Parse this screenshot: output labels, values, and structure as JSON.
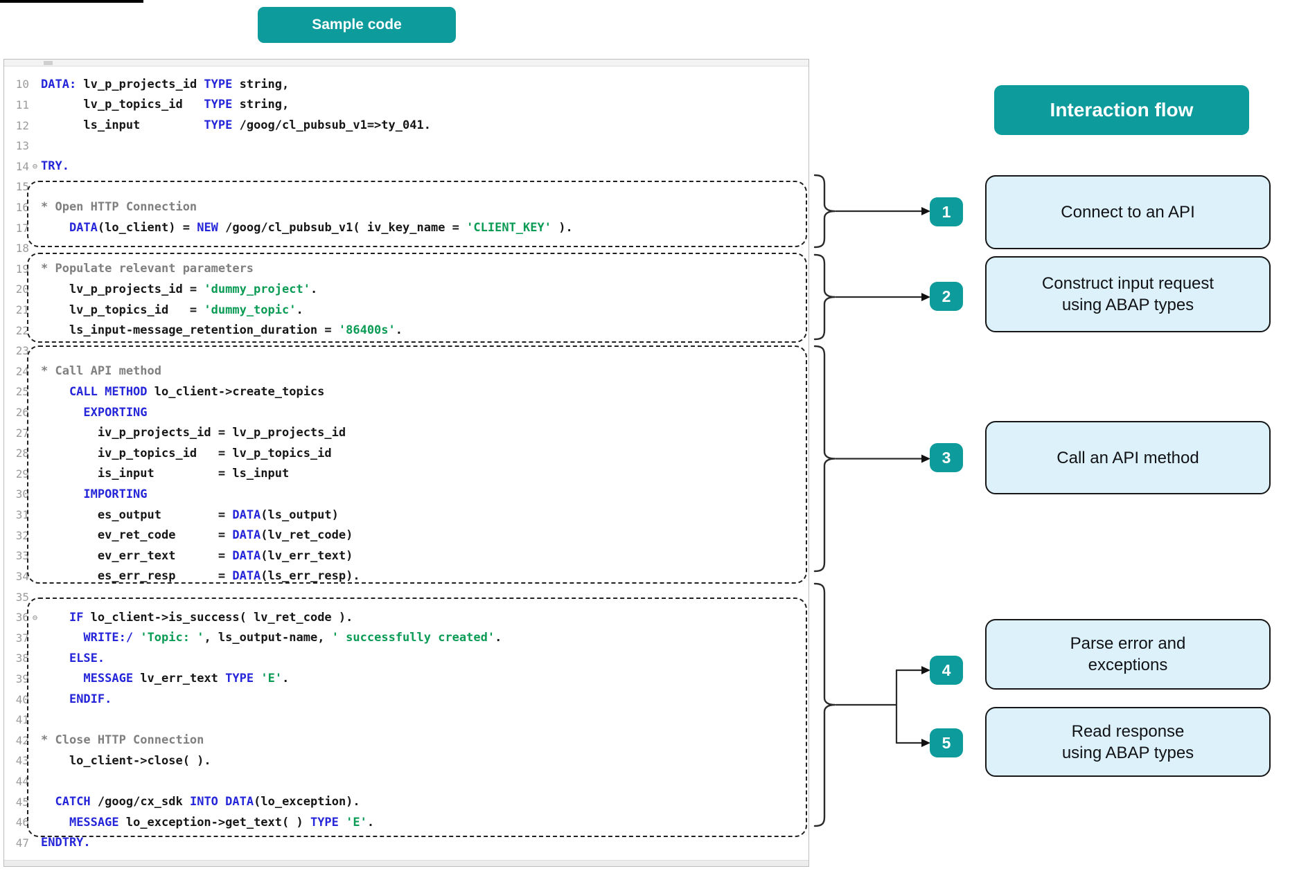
{
  "labels": {
    "sample_code": "Sample code",
    "interaction_flow": "Interaction flow"
  },
  "colors": {
    "teal": "#0e9b9b",
    "flow_box_fill": "#ddf1fb",
    "keyword": "#2525d9",
    "string": "#0a9b55",
    "comment": "#7f7f7f",
    "code_text": "#161616",
    "line_number": "#9b9b9b"
  },
  "editor": {
    "lines": [
      {
        "n": 10,
        "tokens": [
          [
            "k",
            "DATA:"
          ],
          [
            "t",
            " lv_p_projects_id "
          ],
          [
            "k",
            "TYPE"
          ],
          [
            "t",
            " string,"
          ]
        ]
      },
      {
        "n": 11,
        "tokens": [
          [
            "t",
            "      lv_p_topics_id   "
          ],
          [
            "k",
            "TYPE"
          ],
          [
            "t",
            " string,"
          ]
        ]
      },
      {
        "n": 12,
        "tokens": [
          [
            "t",
            "      ls_input         "
          ],
          [
            "k",
            "TYPE"
          ],
          [
            "t",
            " /goog/cl_pubsub_v1=>ty_041."
          ]
        ]
      },
      {
        "n": 13,
        "tokens": []
      },
      {
        "n": 14,
        "fold": true,
        "tokens": [
          [
            "k",
            "TRY."
          ]
        ]
      },
      {
        "n": 15,
        "tokens": []
      },
      {
        "n": 16,
        "tokens": [
          [
            "c",
            "* Open HTTP Connection"
          ]
        ]
      },
      {
        "n": 17,
        "tokens": [
          [
            "t",
            "    "
          ],
          [
            "k",
            "DATA"
          ],
          [
            "t",
            "(lo_client) = "
          ],
          [
            "k",
            "NEW"
          ],
          [
            "t",
            " /goog/cl_pubsub_v1( iv_key_name = "
          ],
          [
            "s",
            "'CLIENT_KEY'"
          ],
          [
            "t",
            " )."
          ]
        ]
      },
      {
        "n": 18,
        "tokens": []
      },
      {
        "n": 19,
        "tokens": [
          [
            "c",
            "* Populate relevant parameters"
          ]
        ]
      },
      {
        "n": 20,
        "tokens": [
          [
            "t",
            "    lv_p_projects_id = "
          ],
          [
            "s",
            "'dummy_project'"
          ],
          [
            "t",
            "."
          ]
        ]
      },
      {
        "n": 21,
        "tokens": [
          [
            "t",
            "    lv_p_topics_id   = "
          ],
          [
            "s",
            "'dummy_topic'"
          ],
          [
            "t",
            "."
          ]
        ]
      },
      {
        "n": 22,
        "tokens": [
          [
            "t",
            "    ls_input-message_retention_duration = "
          ],
          [
            "s",
            "'86400s'"
          ],
          [
            "t",
            "."
          ]
        ]
      },
      {
        "n": 23,
        "tokens": []
      },
      {
        "n": 24,
        "tokens": [
          [
            "c",
            "* Call API method"
          ]
        ]
      },
      {
        "n": 25,
        "tokens": [
          [
            "k",
            "    CALL METHOD"
          ],
          [
            "t",
            " lo_client->create_topics"
          ]
        ]
      },
      {
        "n": 26,
        "tokens": [
          [
            "k",
            "      EXPORTING"
          ]
        ]
      },
      {
        "n": 27,
        "tokens": [
          [
            "t",
            "        iv_p_projects_id = lv_p_projects_id"
          ]
        ]
      },
      {
        "n": 28,
        "tokens": [
          [
            "t",
            "        iv_p_topics_id   = lv_p_topics_id"
          ]
        ]
      },
      {
        "n": 29,
        "tokens": [
          [
            "t",
            "        is_input         = ls_input"
          ]
        ]
      },
      {
        "n": 30,
        "tokens": [
          [
            "k",
            "      IMPORTING"
          ]
        ]
      },
      {
        "n": 31,
        "tokens": [
          [
            "t",
            "        es_output        = "
          ],
          [
            "k",
            "DATA"
          ],
          [
            "t",
            "(ls_output)"
          ]
        ]
      },
      {
        "n": 32,
        "tokens": [
          [
            "t",
            "        ev_ret_code      = "
          ],
          [
            "k",
            "DATA"
          ],
          [
            "t",
            "(lv_ret_code)"
          ]
        ]
      },
      {
        "n": 33,
        "tokens": [
          [
            "t",
            "        ev_err_text      = "
          ],
          [
            "k",
            "DATA"
          ],
          [
            "t",
            "(lv_err_text)"
          ]
        ]
      },
      {
        "n": 34,
        "tokens": [
          [
            "t",
            "        es_err_resp      = "
          ],
          [
            "k",
            "DATA"
          ],
          [
            "t",
            "(ls_err_resp)."
          ]
        ]
      },
      {
        "n": 35,
        "tokens": []
      },
      {
        "n": 36,
        "fold": true,
        "tokens": [
          [
            "t",
            "    "
          ],
          [
            "k",
            "IF"
          ],
          [
            "t",
            " lo_client->is_success( lv_ret_code )."
          ]
        ]
      },
      {
        "n": 37,
        "tokens": [
          [
            "t",
            "      "
          ],
          [
            "k",
            "WRITE:/"
          ],
          [
            "t",
            " "
          ],
          [
            "s",
            "'Topic: '"
          ],
          [
            "t",
            ", ls_output-name, "
          ],
          [
            "s",
            "' successfully created'"
          ],
          [
            "t",
            "."
          ]
        ]
      },
      {
        "n": 38,
        "tokens": [
          [
            "t",
            "    "
          ],
          [
            "k",
            "ELSE."
          ]
        ]
      },
      {
        "n": 39,
        "tokens": [
          [
            "t",
            "      "
          ],
          [
            "k",
            "MESSAGE"
          ],
          [
            "t",
            " lv_err_text "
          ],
          [
            "k",
            "TYPE"
          ],
          [
            "t",
            " "
          ],
          [
            "s",
            "'E'"
          ],
          [
            "t",
            "."
          ]
        ]
      },
      {
        "n": 40,
        "tokens": [
          [
            "t",
            "    "
          ],
          [
            "k",
            "ENDIF."
          ]
        ]
      },
      {
        "n": 41,
        "tokens": []
      },
      {
        "n": 42,
        "tokens": [
          [
            "c",
            "* Close HTTP Connection"
          ]
        ]
      },
      {
        "n": 43,
        "tokens": [
          [
            "t",
            "    lo_client->close( )."
          ]
        ]
      },
      {
        "n": 44,
        "tokens": []
      },
      {
        "n": 45,
        "tokens": [
          [
            "t",
            "  "
          ],
          [
            "k",
            "CATCH"
          ],
          [
            "t",
            " /goog/cx_sdk "
          ],
          [
            "k",
            "INTO"
          ],
          [
            "t",
            " "
          ],
          [
            "k",
            "DATA"
          ],
          [
            "t",
            "(lo_exception)."
          ]
        ]
      },
      {
        "n": 46,
        "tokens": [
          [
            "t",
            "    "
          ],
          [
            "k",
            "MESSAGE"
          ],
          [
            "t",
            " lo_exception->get_text( ) "
          ],
          [
            "k",
            "TYPE"
          ],
          [
            "t",
            " "
          ],
          [
            "s",
            "'E'"
          ],
          [
            "t",
            "."
          ]
        ]
      },
      {
        "n": 47,
        "tokens": [
          [
            "k",
            "ENDTRY."
          ]
        ]
      }
    ]
  },
  "flow": {
    "steps": [
      {
        "num": "1",
        "label_lines": [
          "Connect to an API"
        ]
      },
      {
        "num": "2",
        "label_lines": [
          "Construct input request",
          "using ABAP types"
        ]
      },
      {
        "num": "3",
        "label_lines": [
          "Call an API method"
        ]
      },
      {
        "num": "4",
        "label_lines": [
          "Parse error and",
          "exceptions"
        ]
      },
      {
        "num": "5",
        "label_lines": [
          "Read response",
          "using ABAP types"
        ]
      }
    ]
  }
}
